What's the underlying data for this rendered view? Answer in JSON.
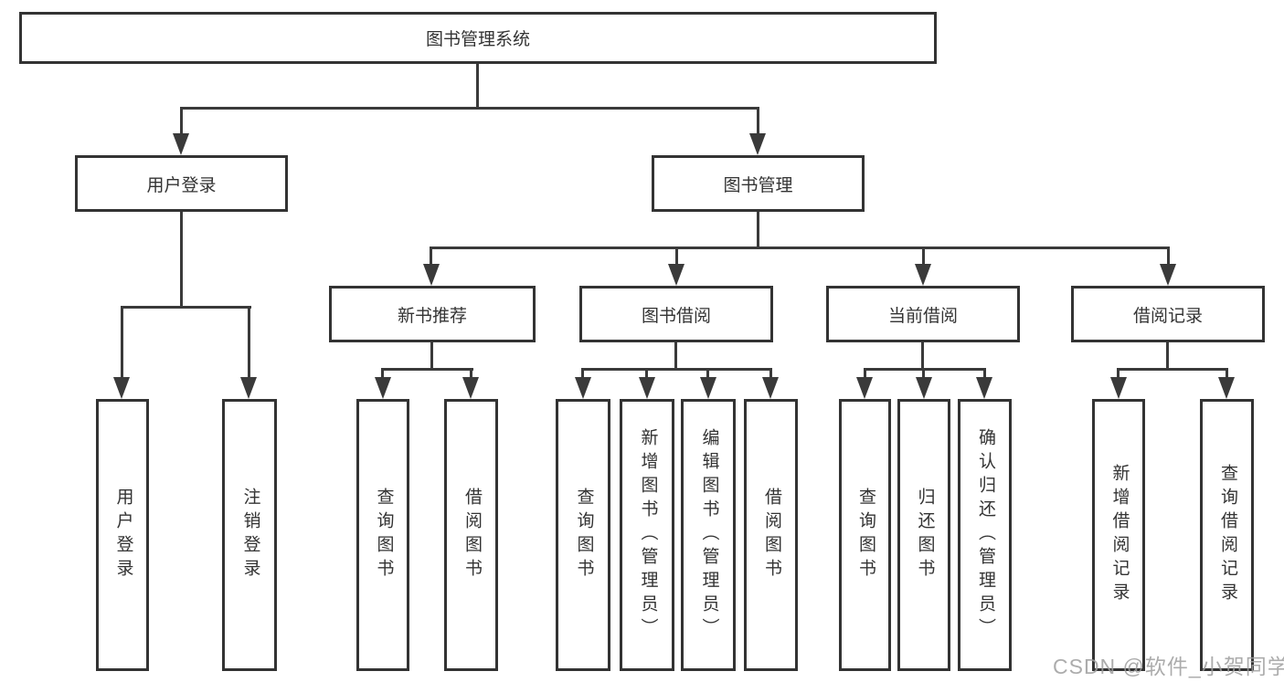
{
  "diagram": {
    "root": {
      "label": "图书管理系统"
    },
    "branches": [
      {
        "label": "用户登录",
        "children": [
          {
            "label": "用户登录"
          },
          {
            "label": "注销登录"
          }
        ]
      },
      {
        "label": "图书管理",
        "children": [
          {
            "label": "新书推荐",
            "children": [
              {
                "label": "查询图书"
              },
              {
                "label": "借阅图书"
              }
            ]
          },
          {
            "label": "图书借阅",
            "children": [
              {
                "label": "查询图书"
              },
              {
                "label": "新增图书（管理员）"
              },
              {
                "label": "编辑图书（管理员）"
              },
              {
                "label": "借阅图书"
              }
            ]
          },
          {
            "label": "当前借阅",
            "children": [
              {
                "label": "查询图书"
              },
              {
                "label": "归还图书"
              },
              {
                "label": "确认归还（管理员）"
              }
            ]
          },
          {
            "label": "借阅记录",
            "children": [
              {
                "label": "新增借阅记录"
              },
              {
                "label": "查询借阅记录"
              }
            ]
          }
        ]
      }
    ]
  },
  "watermark": "CSDN @软件_小贺同学",
  "colors": {
    "line": "#3a3a3a",
    "border": "#333333",
    "text": "#333333",
    "background": "#ffffff",
    "watermark": "rgba(158,158,158,0.85)"
  }
}
